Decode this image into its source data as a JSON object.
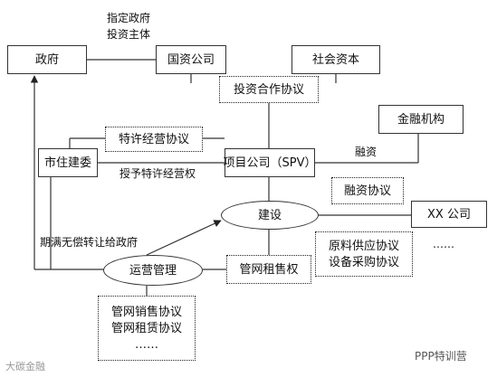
{
  "nodes": {
    "government": "政府",
    "soe": "国资公司",
    "social_capital": "社会资本",
    "investment_agreement": "投资合作协议",
    "financial_institution": "金融机构",
    "municipal_committee": "市住建委",
    "concession_agreement": "特许经营协议",
    "spv": "项目公司（SPV）",
    "financing_agreement": "融资协议",
    "construction": "建设",
    "xx_company": "XX 公司",
    "supply_agreement": "原料供应协议",
    "procurement_agreement": "设备采购协议",
    "operation": "运营管理",
    "pipe_lease": "管网租售权",
    "pipe_sales_agreement": "管网销售协议",
    "pipe_lease_agreement": "管网租赁协议",
    "ellipsis": "……",
    "xx_ellipsis": "……"
  },
  "labels": {
    "designated_line1": "指定政府",
    "designated_line2": "投资主体",
    "financing": "融资",
    "grant_concession": "授予特许经营权",
    "transfer_free": "期满无偿转让给政府"
  },
  "watermark": {
    "left": "大碳金融",
    "right": "PPP特训营"
  },
  "colors": {
    "line": "#333333",
    "text": "#111111",
    "watermark": "#9a9a9a"
  }
}
